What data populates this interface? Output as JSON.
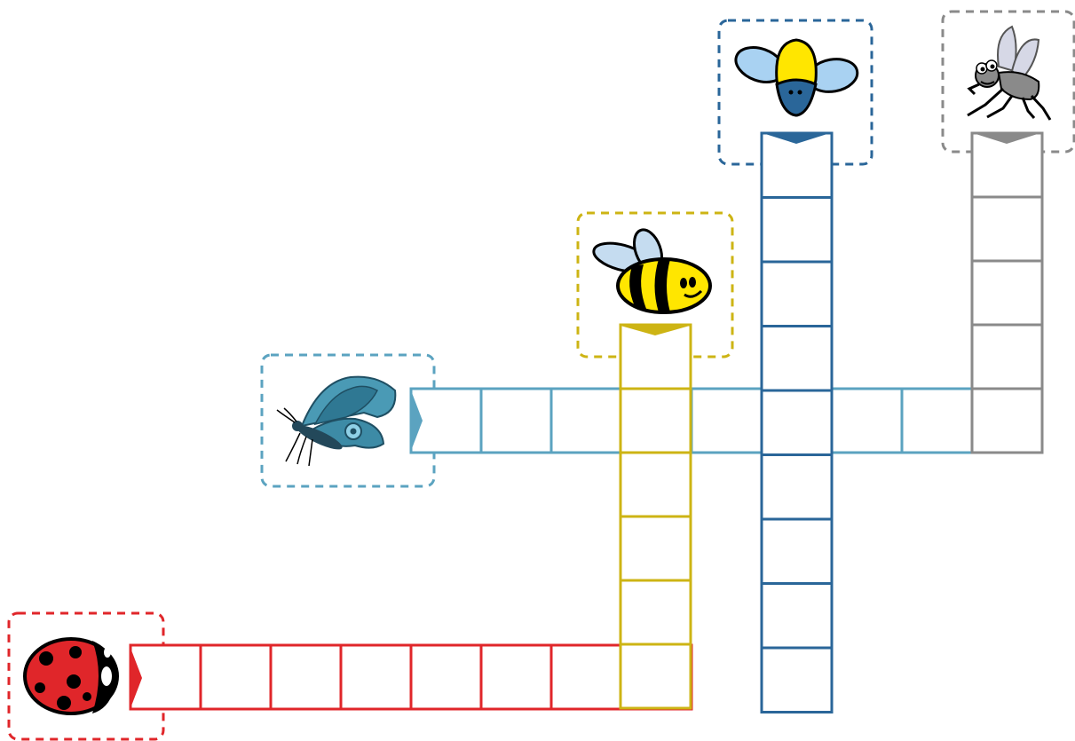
{
  "puzzle": {
    "type": "picture crossword",
    "words": [
      {
        "id": "ladybug",
        "picture": "ladybug-icon",
        "direction": "across",
        "length": 8,
        "color": "#e0262a"
      },
      {
        "id": "butterfly",
        "picture": "butterfly-icon",
        "direction": "across",
        "length": 9,
        "color": "#5ba3c0"
      },
      {
        "id": "bee",
        "picture": "bee-icon",
        "direction": "down",
        "length": 6,
        "color": "#cdb414"
      },
      {
        "id": "bluebird",
        "picture": "round-bug-icon",
        "direction": "down",
        "length": 9,
        "color": "#2a6699"
      },
      {
        "id": "fly",
        "picture": "fly-icon",
        "direction": "down",
        "length": 5,
        "color": "#8a8a8a"
      }
    ]
  }
}
